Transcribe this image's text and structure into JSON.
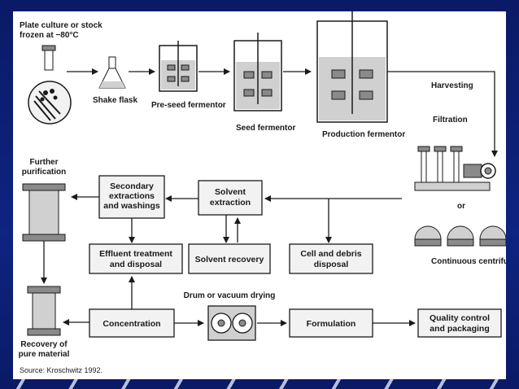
{
  "labels": {
    "plate_culture_1": "Plate culture or stock",
    "plate_culture_2": "frozen at −80°C",
    "shake_flask": "Shake flask",
    "preseed_fermentor": "Pre-seed fermentor",
    "seed_fermentor": "Seed fermentor",
    "production_fermentor": "Production fermentor",
    "harvesting": "Harvesting",
    "filtration": "Filtration",
    "or": "or",
    "continuous_centrifuges": "Continuous centrifuges",
    "further_purification_1": "Further",
    "further_purification_2": "purification",
    "secondary_extractions_1": "Secondary",
    "secondary_extractions_2": "extractions",
    "secondary_extractions_3": "and washings",
    "solvent_extraction_1": "Solvent",
    "solvent_extraction_2": "extraction",
    "effluent_treatment_1": "Effluent treatment",
    "effluent_treatment_2": "and disposal",
    "solvent_recovery": "Solvent recovery",
    "cell_debris_1": "Cell and debris",
    "cell_debris_2": "disposal",
    "drum_drying": "Drum or vacuum drying",
    "concentration": "Concentration",
    "formulation": "Formulation",
    "quality_control_1": "Quality control",
    "quality_control_2": "and packaging",
    "recovery_1": "Recovery of",
    "recovery_2": "pure material",
    "source": "Source: Kroschwitz 1992."
  },
  "colors": {
    "background": "#0d2480",
    "panel": "#ffffff",
    "stroke": "#1a1a1a",
    "box_fill": "#f2f2f2",
    "liquid": "#d0d0d0",
    "equipment": "#8a8a8a"
  }
}
